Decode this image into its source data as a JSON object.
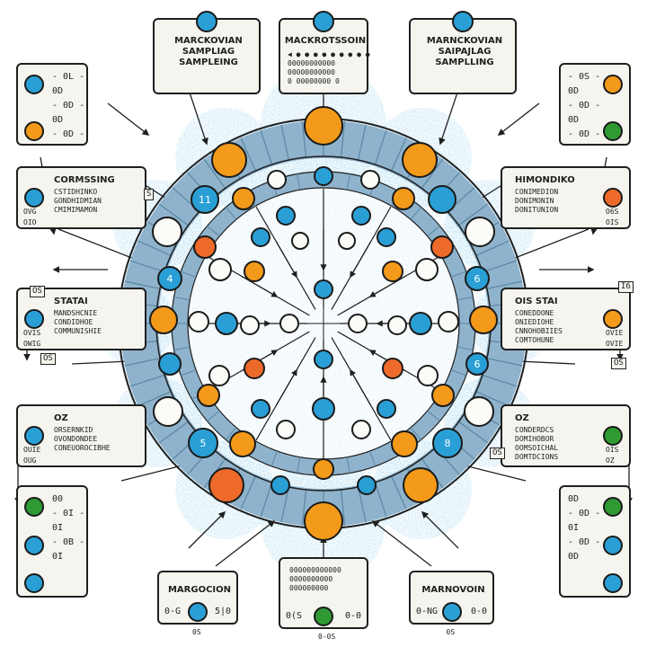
{
  "colors": {
    "blue": "#2a9fd6",
    "orange": "#f39a1a",
    "red_orange": "#ee6a2a",
    "green": "#2f9a34",
    "white": "#fbfbf7",
    "ring": "#8fb3cc",
    "ring_dark": "#5b86a3",
    "splash": "#4ea7d8"
  },
  "top_panels": [
    {
      "title_lines": [
        "MARCKOVIAN",
        "SAMPLIAG",
        "SAMPLEING"
      ]
    },
    {
      "title_lines": [
        "MACKROTSSOIN"
      ],
      "codes": [
        "◀ ● ● ● ● ● ● ● ● ●",
        "00000000000",
        "00000000000",
        "0 00000000 0"
      ]
    },
    {
      "title_lines": [
        "MARNCKOVIAN",
        "SAIPAJLAG",
        "SAMPLLING"
      ]
    }
  ],
  "bottom_panels": [
    {
      "title": "MARGOCION",
      "left_code": "0-G",
      "right_code": "5|0",
      "foot": "0S"
    },
    {
      "codes": [
        "000000000000",
        "0000000000",
        "000000000"
      ],
      "left_code": "0(S",
      "right_code": "0-0",
      "foot": "0-0S"
    },
    {
      "title": "MARNOVOIN",
      "left_code": "0-NG",
      "right_code": "0-0",
      "foot": "0S"
    }
  ],
  "left_panels": [
    {
      "rows": [
        "- 0L -",
        "0D",
        "- 0D -",
        "0D",
        "- 0D -"
      ]
    },
    {
      "title": "CORMSSING",
      "lines": [
        "CSTIDHINKO",
        "GONDHIDMIAN",
        "CMIMIMAMON"
      ],
      "foot1": "OVG",
      "foot2": "OIO"
    },
    {
      "title": "STATAI",
      "lines": [
        "MANDSHCNIE",
        "CONDIDHOE",
        "COMMUNISHIE"
      ],
      "foot1": "OVIS",
      "foot2": "OWIG"
    },
    {
      "title": "OZ",
      "lines": [
        "ORSERNKID",
        "OVONDONDEE",
        "CONEUOROCIBHE"
      ],
      "foot1": "OUIE",
      "foot2": "OUG"
    },
    {
      "rows": [
        "00",
        "- 0I -",
        "0I",
        "- 0B -",
        "0I"
      ]
    }
  ],
  "right_panels": [
    {
      "rows": [
        "- 0S -",
        "0D",
        "- 0D -",
        "0D",
        "- 0D -"
      ]
    },
    {
      "title": "HIMONDIKO",
      "lines": [
        "CONIMEDION",
        "DONIMONIN",
        "DONITUNION"
      ],
      "foot1": "O6S",
      "foot2": "OIS"
    },
    {
      "title": "OIS STAI",
      "lines": [
        "CONEDDONE",
        "ONIEDIOHE",
        "CNNOHOBIIES",
        "COMTOHUNE"
      ],
      "foot1": "OVIE",
      "foot2": "OVIE"
    },
    {
      "title": "OZ",
      "lines": [
        "CONDERDCS",
        "DOMIHOBOR",
        "OOMSOICHAL",
        "DOMTDCIONS"
      ],
      "foot1": "OIS",
      "foot2": "OZ"
    },
    {
      "rows": [
        "0D",
        "- 0D -",
        "0I",
        "- 0D -",
        "0D"
      ]
    }
  ],
  "side_badges": [
    "S",
    "OS",
    "OS",
    "I6",
    "OS",
    "OS"
  ],
  "node_labels": [
    "11",
    "4",
    "5",
    "8",
    "6",
    "6"
  ]
}
